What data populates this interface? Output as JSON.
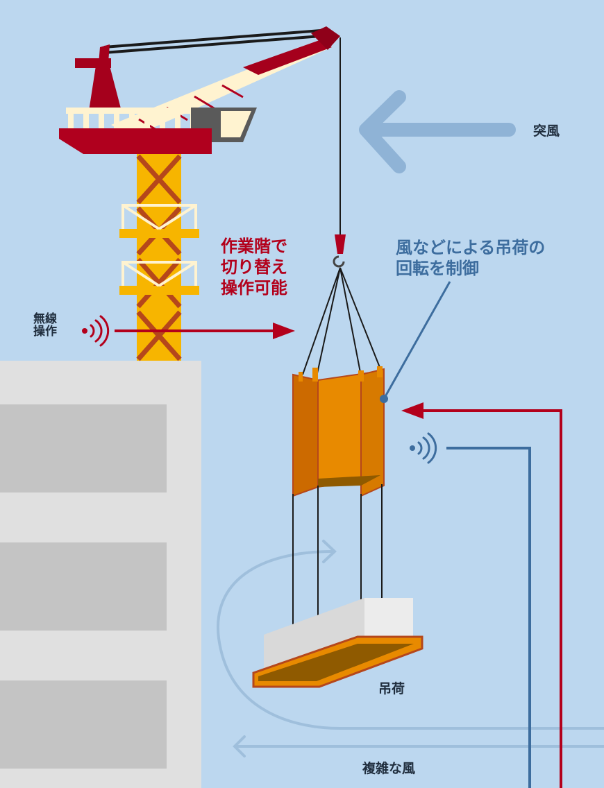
{
  "labels": {
    "gust": "突風",
    "switch_control": [
      "作業階で",
      "切り替え",
      "操作可能"
    ],
    "rotation_control": [
      "風などによる吊荷の",
      "回転を制御"
    ],
    "radio_operation": [
      "無線",
      "操作"
    ],
    "suspended_load": "吊荷",
    "complex_wind": "複雑な風"
  },
  "colors": {
    "sky": "#bcd7ef",
    "crane_red": "#b0001e",
    "tower_yellow": "#f7b500",
    "device_orange": "#e88a00",
    "control_red": "#b3001b",
    "control_blue": "#3d6d9e",
    "wind_arrow": "#8fb3d6",
    "building_light": "#e0e0e0",
    "building_window": "#c4c4c4"
  },
  "icons": [
    "wifi-signal-icon",
    "hook-icon",
    "wind-arrow-icon",
    "rotation-arrow-icon"
  ]
}
